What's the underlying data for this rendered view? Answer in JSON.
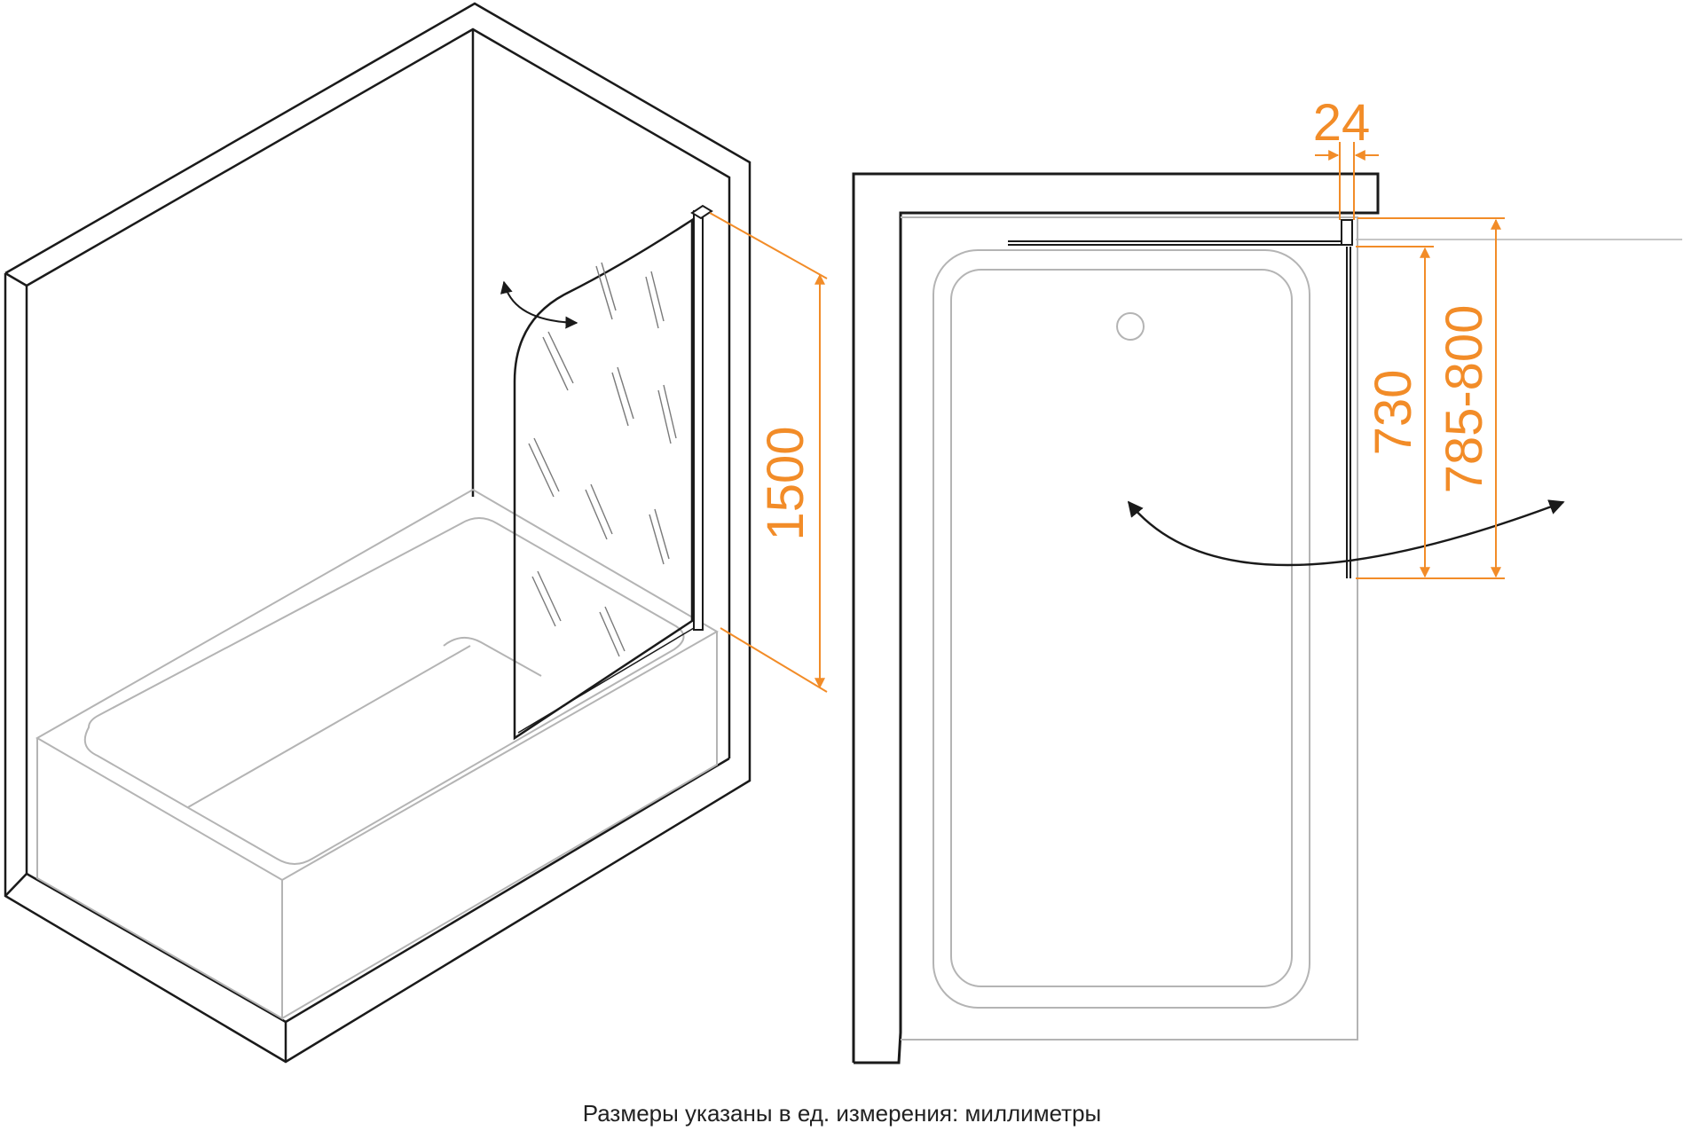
{
  "dimensions": {
    "height_label": "1500",
    "profile_width_label": "24",
    "glass_width_label": "730",
    "adjust_range_label": "785-800"
  },
  "caption": "Размеры указаны в ед. измерения: миллиметры",
  "colors": {
    "line": "#1a1a1a",
    "thin_line": "#b4b4b4",
    "dimension": "#f28c28"
  }
}
